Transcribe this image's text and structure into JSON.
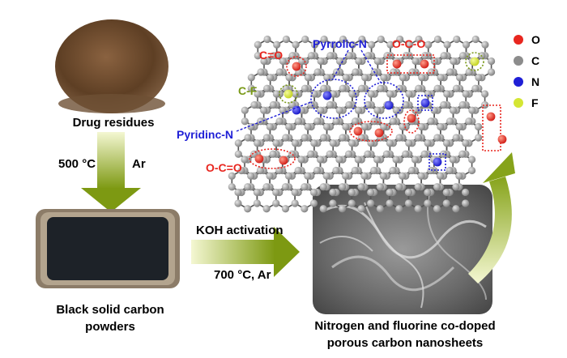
{
  "labels": {
    "drug_residues": "Drug residues",
    "temp1": "500 °C",
    "gas1": "Ar",
    "black_solid_line1": "Black solid carbon",
    "black_solid_line2": "powders",
    "koh": "KOH activation",
    "temp2": "700 °C, Ar",
    "product_line1": "Nitrogen and fluorine co-doped",
    "product_line2": "porous carbon nanosheets"
  },
  "structure_labels": {
    "co": "C=O",
    "cf": "C-F",
    "pyrrolic": "Pyrrolic-N",
    "oco": "O-C-O",
    "pyridinic": "Pyridinc-N",
    "occo": "O-C=O"
  },
  "legend": [
    {
      "key": "O",
      "label": "O",
      "color": "#e8261f"
    },
    {
      "key": "C",
      "label": "C",
      "color": "#8c8c8c"
    },
    {
      "key": "N",
      "label": "N",
      "color": "#1f1fd6"
    },
    {
      "key": "F",
      "label": "F",
      "color": "#d4e634"
    }
  ],
  "colors": {
    "arrow_green_light": "#f1f5c2",
    "arrow_green_dark": "#7d9912",
    "powder": "#6b4a2e",
    "tray": "#8a7a66",
    "carbon_sheet": "#1d2228"
  }
}
